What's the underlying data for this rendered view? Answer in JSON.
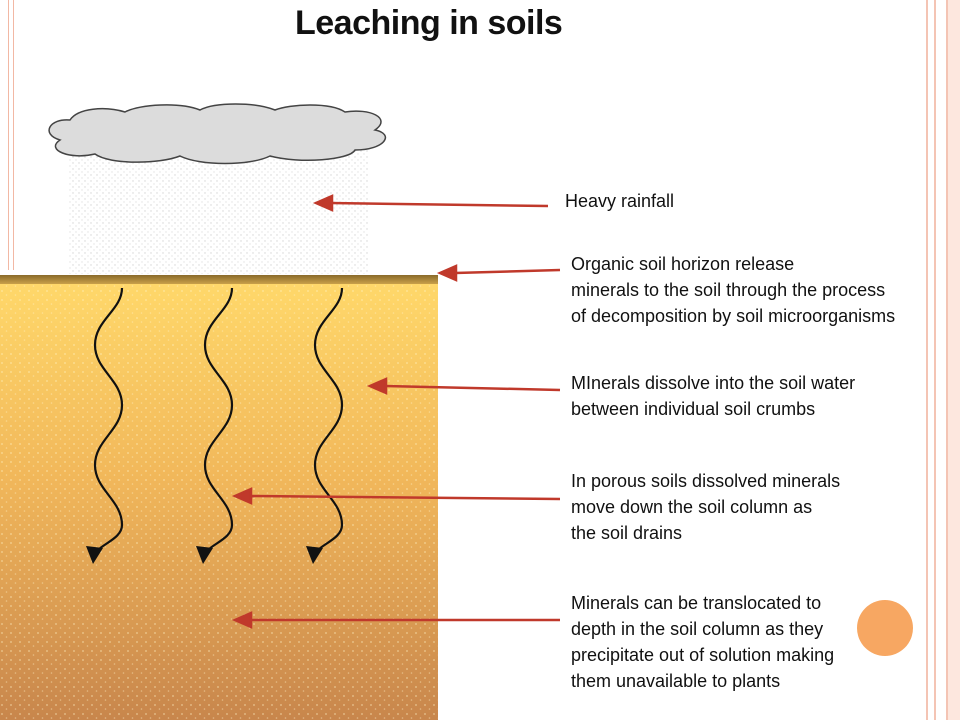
{
  "title": "Leaching in soils",
  "labels": {
    "rainfall": [
      "Heavy rainfall"
    ],
    "organic_horizon": [
      "Organic soil horizon release",
      "minerals to the soil through the process",
      "of decomposition by soil microorganisms"
    ],
    "dissolve": [
      "MInerals dissolve into the soil water",
      "between individual soil crumbs"
    ],
    "porous": [
      "In porous soils dissolved minerals",
      "move down the soil column as",
      "the soil drains"
    ],
    "translocated": [
      "Minerals can be translocated to",
      "depth in the soil column as they",
      "precipitate out of solution making",
      "them unavailable to plants"
    ]
  },
  "colors": {
    "arrow": "#c0392b",
    "soil_top": "#ffd86a",
    "soil_bottom": "#c8864c",
    "cloud": "#dcdcdc",
    "accent_dot": "#f7a25a"
  }
}
